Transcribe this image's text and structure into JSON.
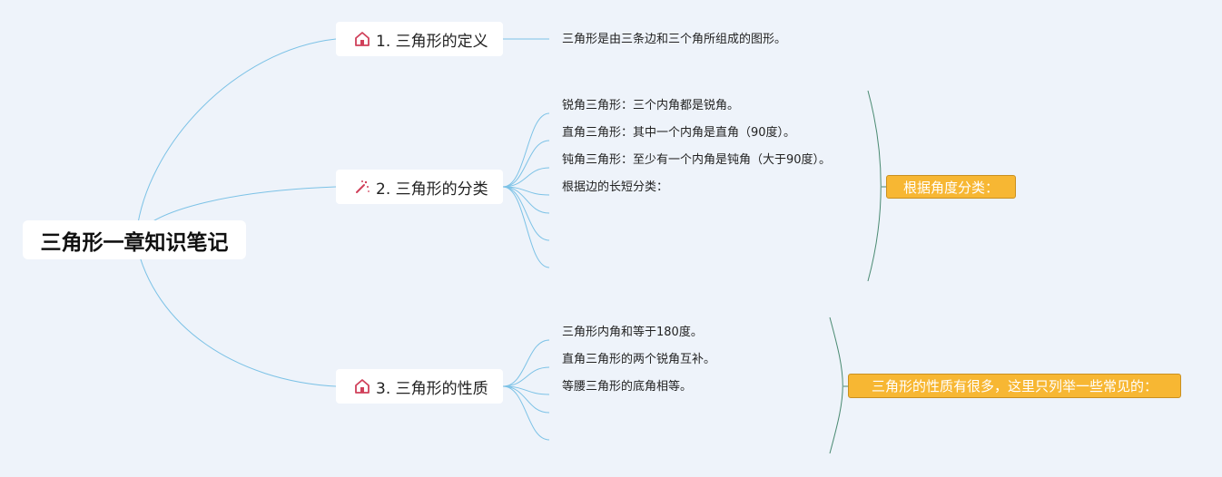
{
  "root": {
    "title": "三角形一章知识笔记"
  },
  "branches": [
    {
      "label": "1. 三角形的定义",
      "icon": "house-icon",
      "items": [
        "三角形是由三条边和三个角所组成的图形。"
      ]
    },
    {
      "label": "2. 三角形的分类",
      "icon": "magic-wand-icon",
      "items": [
        "锐角三角形：三个内角都是锐角。",
        "直角三角形：其中一个内角是直角（90度）。",
        "钝角三角形：至少有一个内角是钝角（大于90度）。",
        "根据边的长短分类："
      ],
      "summary": "根据角度分类："
    },
    {
      "label": "3. 三角形的性质",
      "icon": "house-icon",
      "items": [
        "三角形内角和等于180度。",
        "直角三角形的两个锐角互补。",
        "等腰三角形的底角相等。"
      ],
      "summary": "三角形的性质有很多，这里只列举一些常见的："
    }
  ],
  "colors": {
    "link": "#7cc2e6",
    "summary_bracket": "#4a8a72",
    "note_fill": "#f7b733",
    "icon": "#d0405a"
  }
}
